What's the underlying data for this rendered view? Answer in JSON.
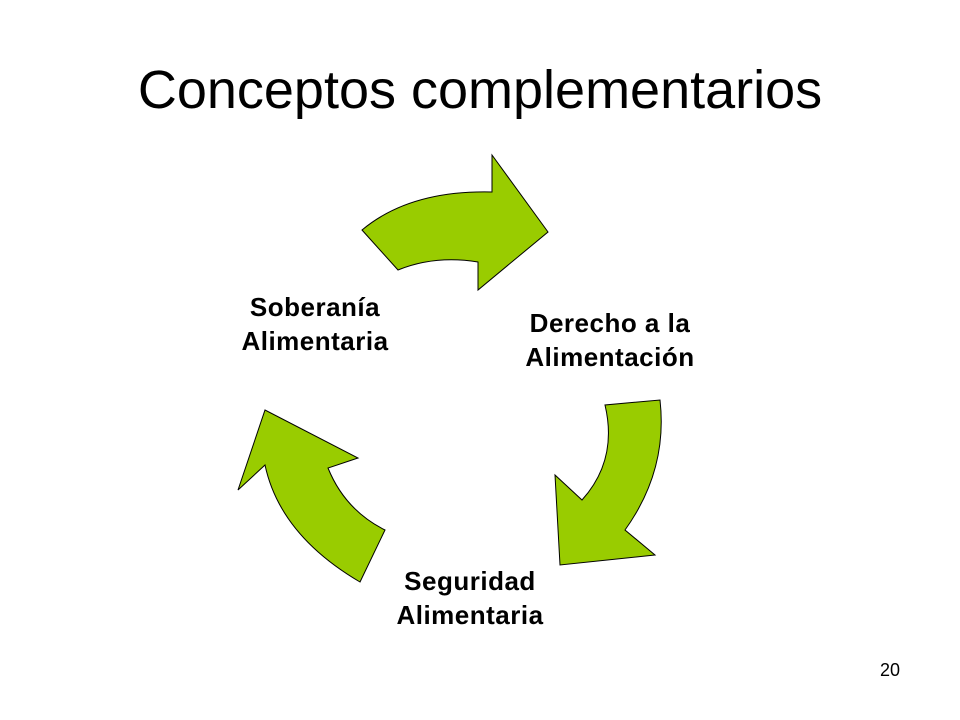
{
  "slide": {
    "title": "Conceptos complementarios",
    "page_number": "20"
  },
  "diagram": {
    "type": "cycle",
    "nodes": [
      {
        "line1": "Derecho a la",
        "line2": "Alimentación"
      },
      {
        "line1": "Seguridad",
        "line2": "Alimentaria"
      },
      {
        "line1": "Soberanía",
        "line2": "Alimentaria"
      }
    ],
    "arrow_fill": "#99cc00",
    "arrow_stroke": "#000000"
  }
}
